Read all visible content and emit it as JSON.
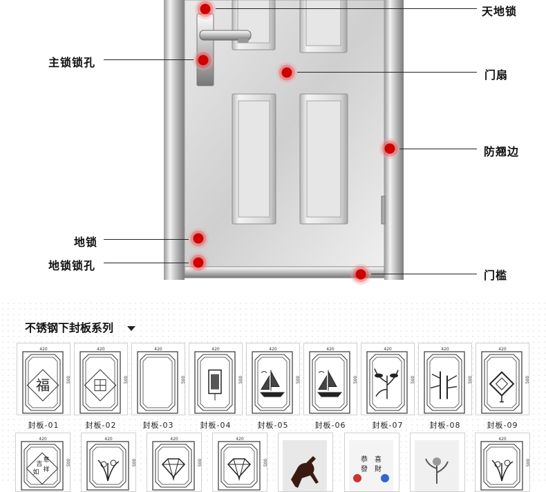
{
  "callouts": {
    "tiandisuo": "天地锁",
    "zhusuosuokong": "主锁锁孔",
    "menshan": "门扇",
    "fangqiaobian": "防翘边",
    "disuo": "地锁",
    "disuosuokong": "地锁锁孔",
    "menkan": "门槛"
  },
  "section": {
    "title": "不锈钢下封板系列"
  },
  "panels": [
    {
      "label": "封板-01",
      "motif": "fu-character-icon"
    },
    {
      "label": "封板-02",
      "motif": "square-emblem-icon"
    },
    {
      "label": "封板-03",
      "motif": "plain-frame-icon"
    },
    {
      "label": "封板-04",
      "motif": "lantern-icon"
    },
    {
      "label": "封板-05",
      "motif": "sailboat-icon"
    },
    {
      "label": "封板-06",
      "motif": "sailboat-icon"
    },
    {
      "label": "封板-07",
      "motif": "plant-icon"
    },
    {
      "label": "封板-08",
      "motif": "bamboo-icon"
    },
    {
      "label": "封板-09",
      "motif": "chinese-knot-icon"
    }
  ],
  "panels_row2": [
    {
      "motif": "calligraphy-icon"
    },
    {
      "motif": "orchid-icon"
    },
    {
      "motif": "diamond-icon"
    },
    {
      "motif": "diamond-icon"
    },
    {
      "motif": "horse-icon"
    },
    {
      "motif": "new-year-kids-icon"
    },
    {
      "motif": "flower-icon"
    },
    {
      "motif": "orchid-icon"
    }
  ],
  "dimensions": {
    "width": "420",
    "height": "500"
  },
  "row2_text": {
    "c1a": "吉",
    "c1b": "祥",
    "c1c": "如",
    "c1d": "意",
    "c6a": "恭",
    "c6b": "喜",
    "c6c": "發",
    "c6d": "財"
  }
}
